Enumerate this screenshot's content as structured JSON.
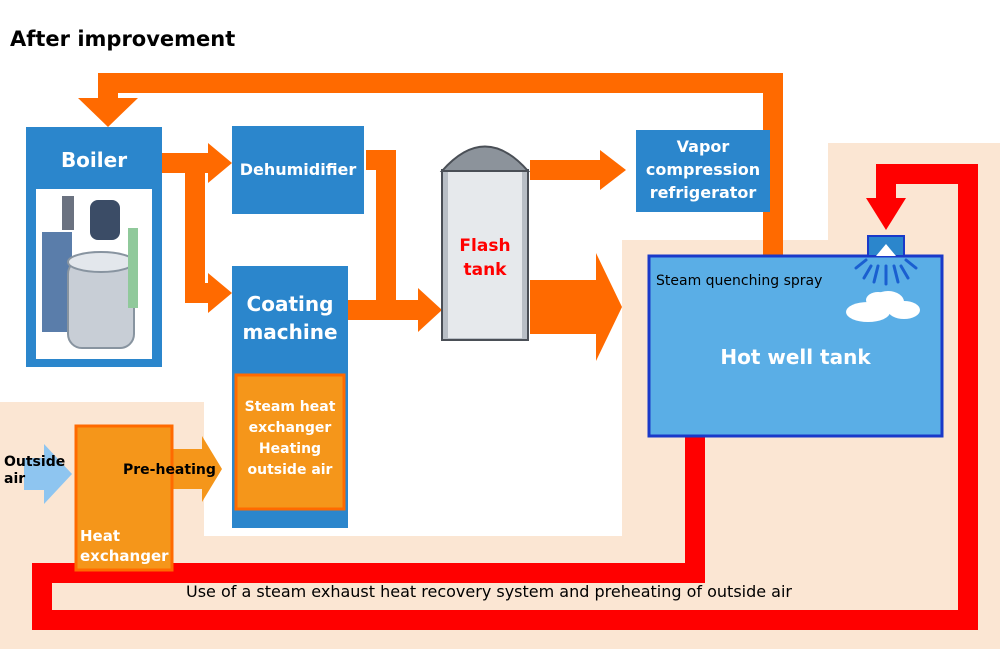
{
  "title": "After improvement",
  "boiler": {
    "label": "Boiler"
  },
  "dehumidifier": {
    "label": "Dehumidifier"
  },
  "vapor": {
    "line1": "Vapor",
    "line2": "compression",
    "line3": "refrigerator"
  },
  "coating": {
    "line1": "Coating",
    "line2": "machine"
  },
  "steam_hx": {
    "line1": "Steam heat",
    "line2": "exchanger",
    "line3": "Heating",
    "line4": "outside air"
  },
  "flash": {
    "line1": "Flash",
    "line2": "tank"
  },
  "hotwell": {
    "label": "Hot well tank"
  },
  "spray": {
    "label": "Steam quenching spray"
  },
  "outside_air": {
    "line1": "Outside",
    "line2": "air"
  },
  "preheating": {
    "label": "Pre-heating"
  },
  "hx": {
    "line1": "Heat",
    "line2": "exchanger"
  },
  "caption": "Use of a steam exhaust heat recovery system and preheating of outside air",
  "colors": {
    "blue": "#2b86cc",
    "light_blue": "#5aaee6",
    "orange": "#ff6a00",
    "light_orange": "#f5961a",
    "red": "#ff0000",
    "cream": "#fbe6d3"
  }
}
